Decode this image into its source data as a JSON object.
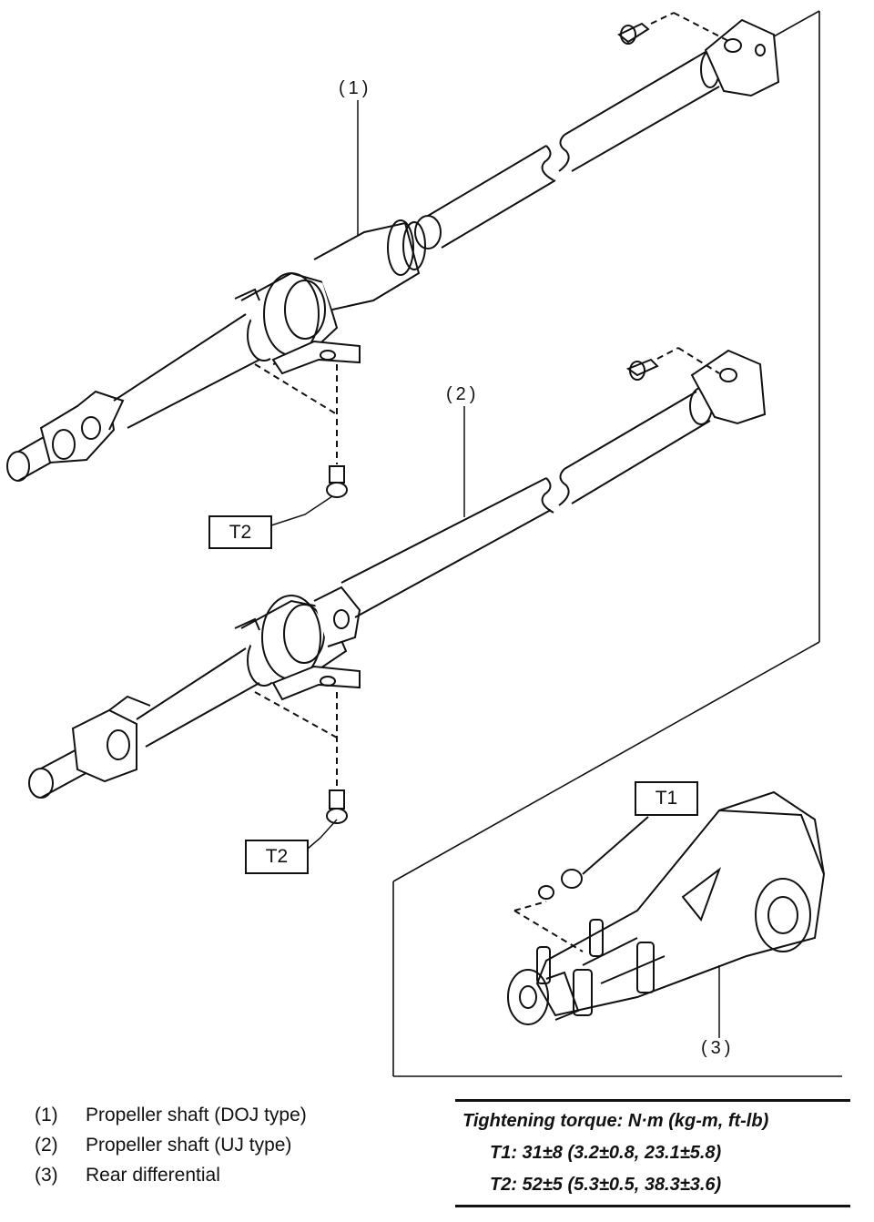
{
  "callouts": {
    "c1": "(1)",
    "c2": "(2)",
    "c3": "(3)"
  },
  "torque_boxes": {
    "t2_upper": "T2",
    "t2_lower": "T2",
    "t1": "T1"
  },
  "legend": {
    "items": [
      {
        "num": "(1)",
        "label": "Propeller shaft (DOJ type)"
      },
      {
        "num": "(2)",
        "label": "Propeller shaft (UJ type)"
      },
      {
        "num": "(3)",
        "label": "Rear differential"
      }
    ]
  },
  "torque_spec": {
    "heading": "Tightening torque: N·m (kg-m, ft-lb)",
    "t1": "T1: 31±8 (3.2±0.8, 23.1±5.8)",
    "t2": "T2: 52±5 (5.3±0.5, 38.3±3.6)"
  }
}
